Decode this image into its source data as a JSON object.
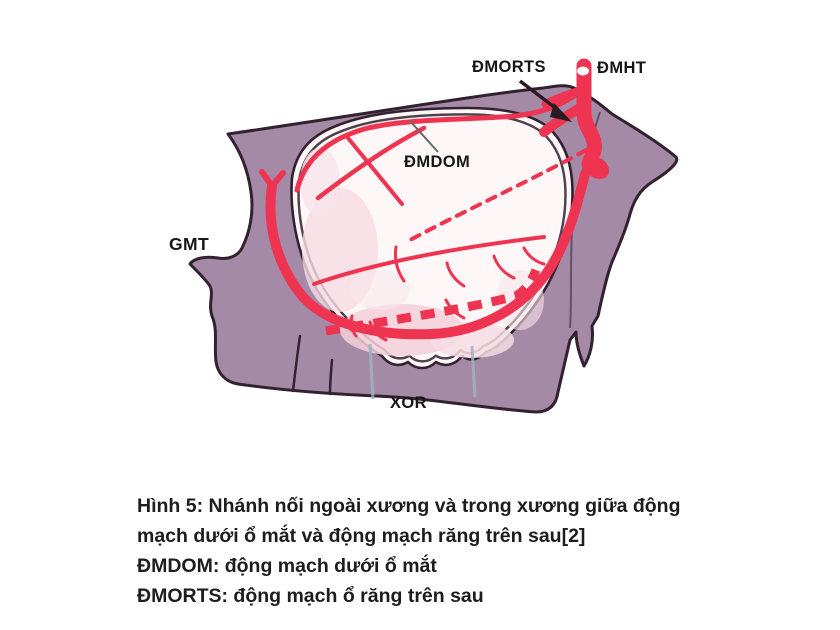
{
  "figure": {
    "type": "anatomical-diagram",
    "diagram": {
      "labels": {
        "dmorts": "ĐMORTS",
        "dmht": "ĐMHT",
        "dmdom": "ĐMDOM",
        "gmt": "GMT",
        "xor": "XOR"
      },
      "colors": {
        "artery_red": "#ee3450",
        "bone_purple": "#a58aa8",
        "bone_outline": "#32222f",
        "pointer_blue": "#9cb3be",
        "sinus_fill": "#fdf7f8"
      }
    },
    "caption": {
      "lines": [
        "Hình 5: Nhánh nối ngoài xương và trong xương giữa động",
        "mạch dưới ổ mắt và động mạch răng trên sau[2]",
        "ĐMDOM: động mạch dưới ổ mắt",
        "ĐMORTS: động mạch ổ răng trên sau"
      ]
    }
  }
}
